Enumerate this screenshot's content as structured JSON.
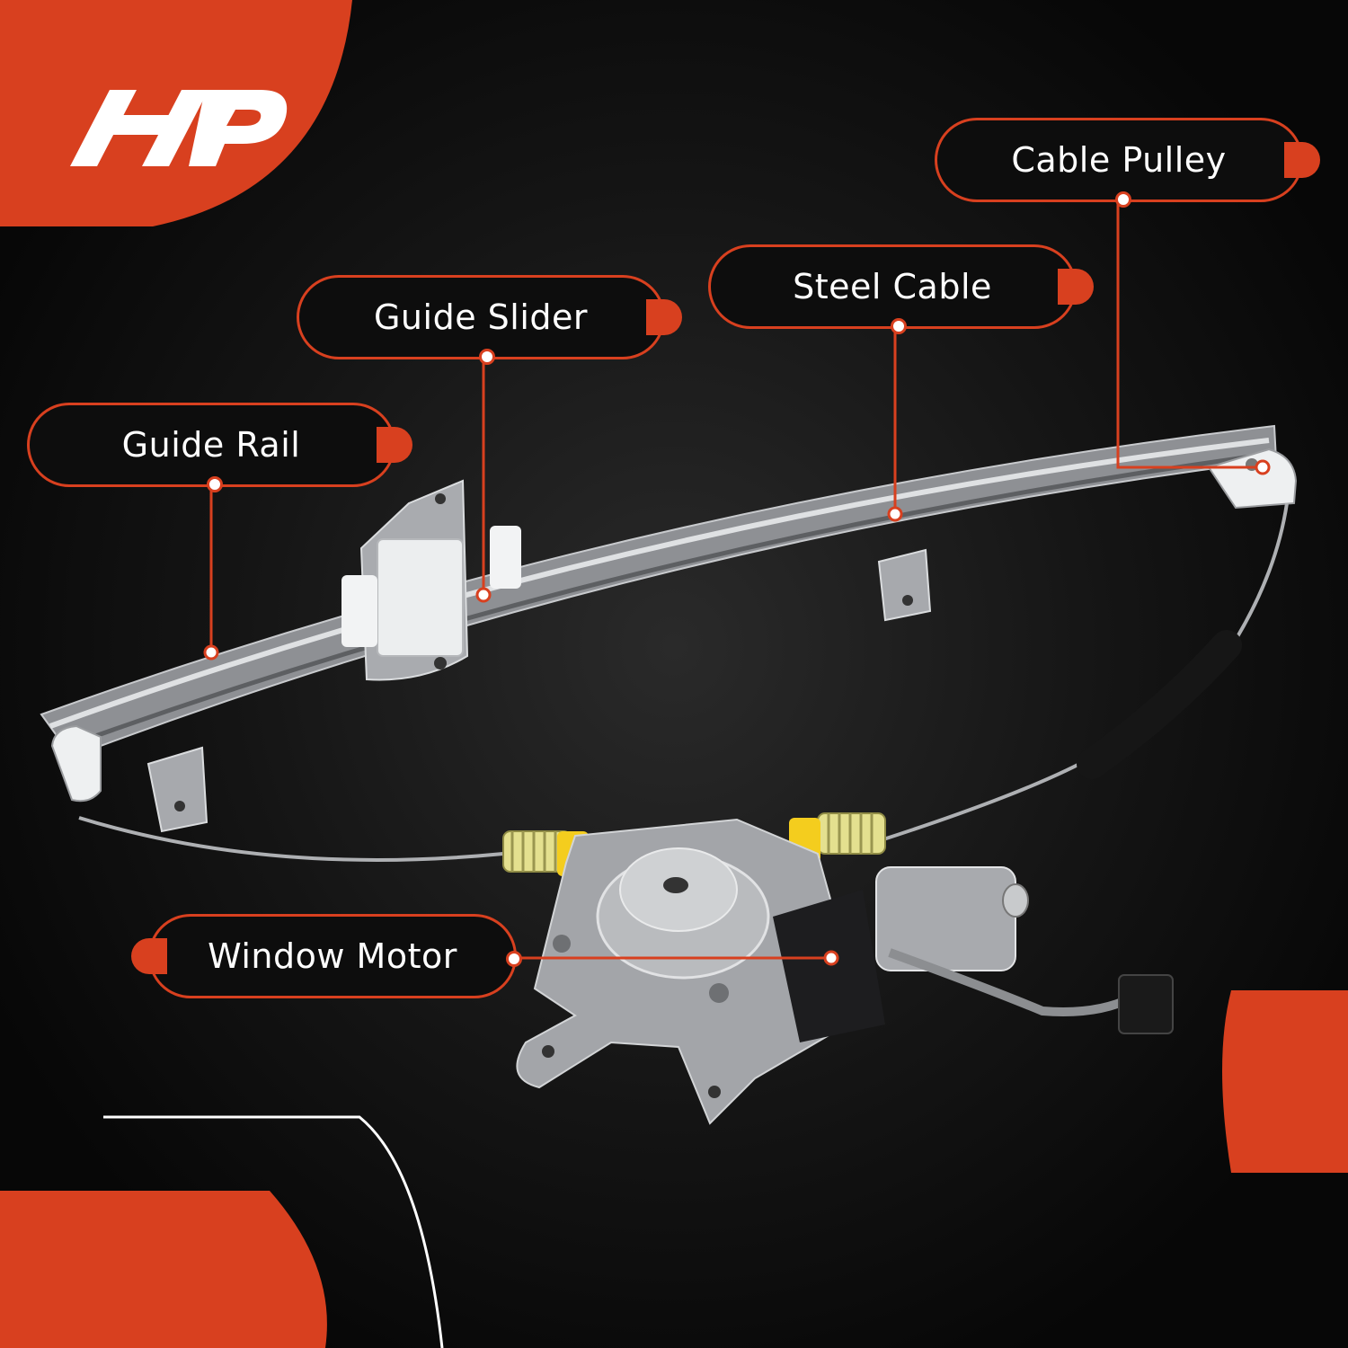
{
  "brand": {
    "accent": "#d8401f",
    "background": "#0b0b0b"
  },
  "labels": {
    "cable_pulley": "Cable Pulley",
    "steel_cable": "Steel Cable",
    "guide_slider": "Guide Slider",
    "guide_rail": "Guide Rail",
    "window_motor": "Window Motor"
  }
}
